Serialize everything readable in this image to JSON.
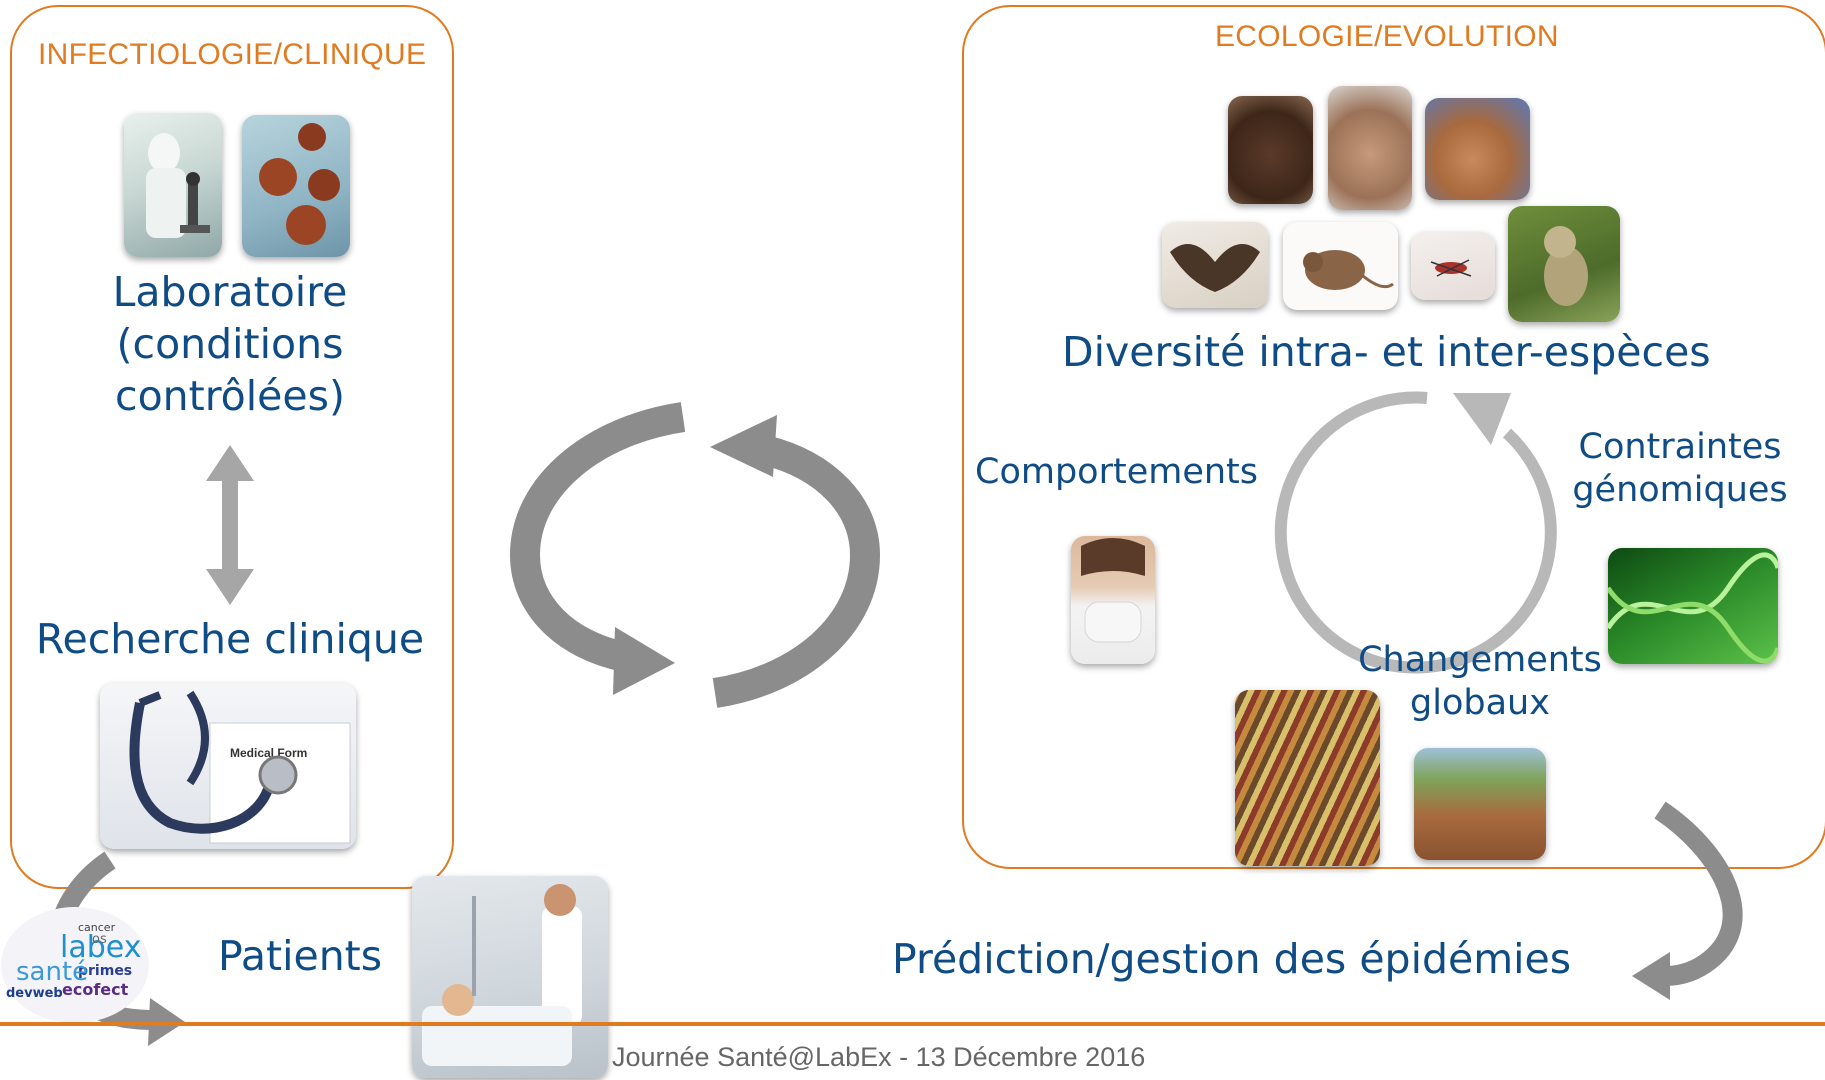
{
  "left_panel": {
    "title": "INFECTIOLOGIE/CLINIQUE",
    "lab_line1": "Laboratoire",
    "lab_line2": "(conditions",
    "lab_line3": "contrôlées)",
    "clinical": "Recherche clinique",
    "form_label": "Medical Form"
  },
  "right_panel": {
    "title": "ECOLOGIE/EVOLUTION",
    "diversity": "Diversité intra- et inter-espèces",
    "behaviours": "Comportements",
    "genomic_line1": "Contraintes",
    "genomic_line2": "génomiques",
    "global_line1": "Changements",
    "global_line2": "globaux"
  },
  "bottom": {
    "patients": "Patients",
    "prediction": "Prédiction/gestion des épidémies",
    "wordcloud": [
      "labex",
      "primes",
      "santé",
      "ecofect",
      "devweb",
      "cancer",
      "os"
    ]
  },
  "footer": "Journée Santé@LabEx - 13 Décembre 2016",
  "colors": {
    "accent": "#e07b22",
    "text_blue": "#0f4b84",
    "arrow_gray": "#a6a6a6"
  }
}
